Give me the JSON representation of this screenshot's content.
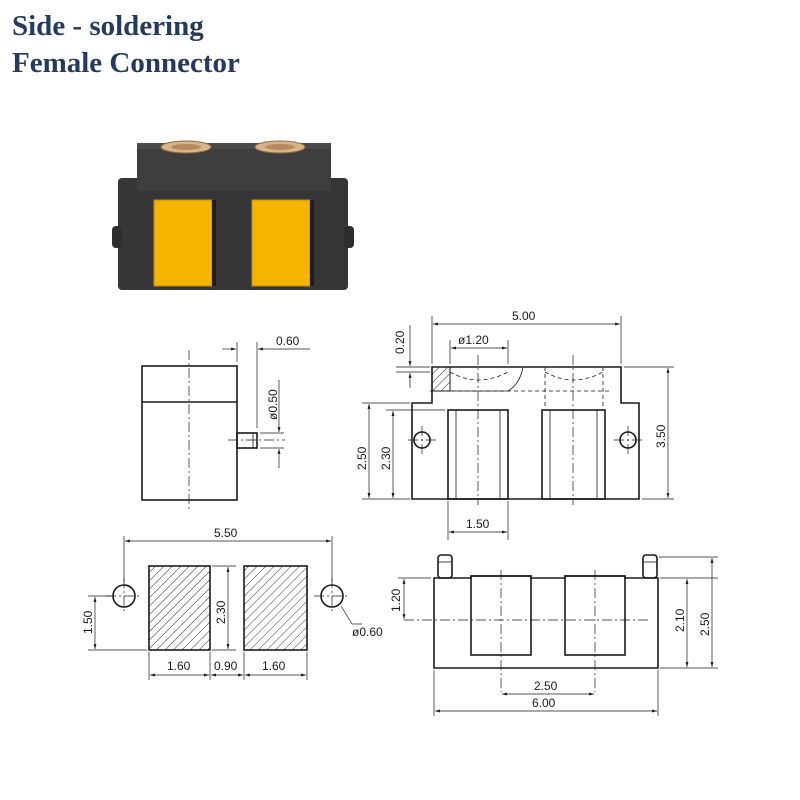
{
  "title": {
    "line1": "Side - soldering",
    "line2": "Female Connector"
  },
  "colors": {
    "title": "#243a5e",
    "housing": "#3a3a3a",
    "contact": "#f5b400",
    "hole": "#d8b48a"
  },
  "icons": {
    "product": "connector-photo"
  },
  "dimensions": {
    "side_pin_length": "0.60",
    "side_pin_dia": "ø0.50",
    "front_width": "5.00",
    "front_step": "0.20",
    "front_hole_dia": "ø1.20",
    "front_height_outer": "2.50",
    "front_height_inner": "2.30",
    "front_height_total": "3.50",
    "front_slot_width": "1.50",
    "bottom_span": "5.50",
    "bottom_pad_height": "1.50",
    "bottom_pad_length": "2.30",
    "bottom_post_dia": "ø0.60",
    "bottom_pad_width_left": "1.60",
    "bottom_gap": "0.90",
    "bottom_pad_width_right": "1.60",
    "rear_slot_top": "1.20",
    "rear_body_height": "2.10",
    "rear_total_height": "2.50",
    "rear_pitch": "2.50",
    "rear_width": "6.00"
  }
}
